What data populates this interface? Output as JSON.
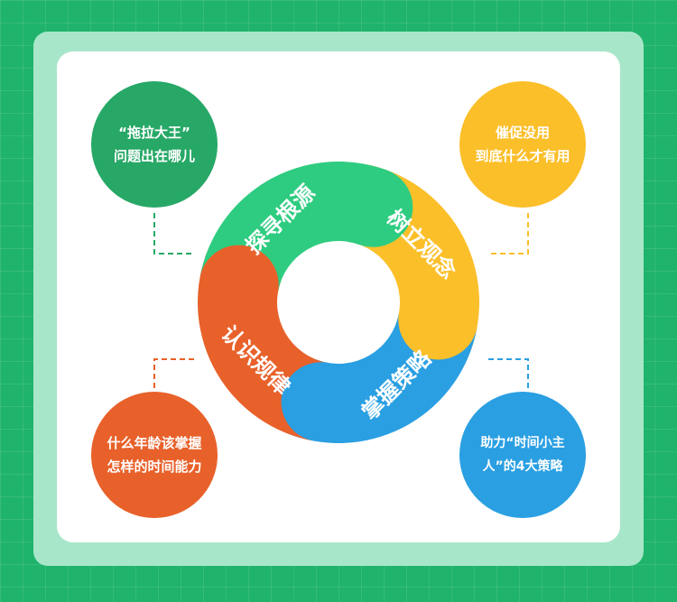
{
  "diagram": {
    "center_ring": [
      {
        "label": "探寻根源",
        "color": "#2ecc80"
      },
      {
        "label": "树立观念",
        "color": "#fbbf2a"
      },
      {
        "label": "掌握策略",
        "color": "#2a9fe2"
      },
      {
        "label": "认识规律",
        "color": "#e8612a"
      }
    ],
    "topics": {
      "top_left": {
        "line1": "“拖拉大王”",
        "line2": "问题出在哪儿",
        "color": "#27a866"
      },
      "top_right": {
        "line1": "催促没用",
        "line2": "到底什么才有用",
        "color": "#fbbf2a"
      },
      "bottom_left": {
        "line1": "什么年龄该掌握",
        "line2": "怎样的时间能力",
        "color": "#e8612a"
      },
      "bottom_right": {
        "line1": "助力“时间小主",
        "line2": "人”的4大策略",
        "color": "#2a9fe2"
      }
    }
  }
}
